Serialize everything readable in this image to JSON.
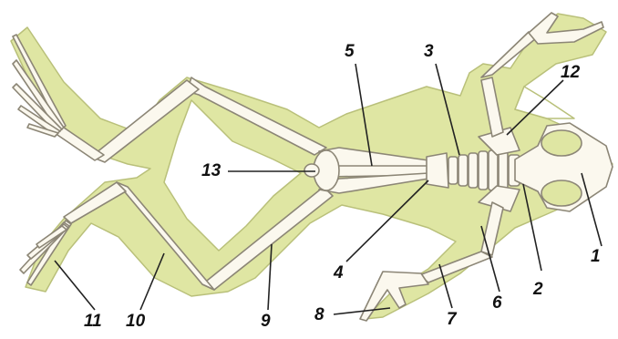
{
  "diagram": {
    "labels": [
      "1",
      "2",
      "3",
      "4",
      "5",
      "6",
      "7",
      "8",
      "9",
      "10",
      "11",
      "12",
      "13"
    ]
  },
  "colors": {
    "body_fill": "#dfe6a3",
    "body_stroke": "#b9c07a",
    "bone_fill": "#fbf8ee",
    "bone_stroke": "#8c8676",
    "pointer": "#222222",
    "label": "#111111"
  }
}
